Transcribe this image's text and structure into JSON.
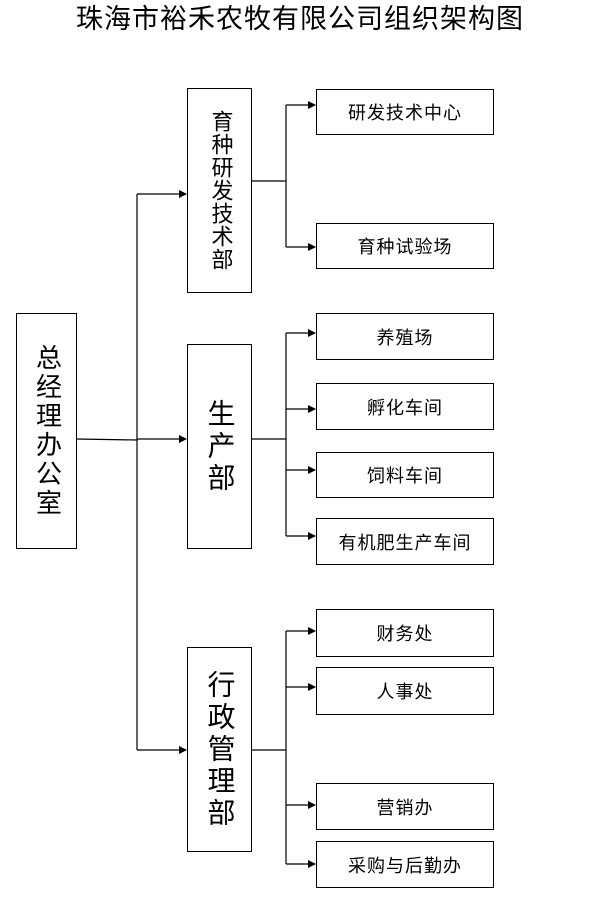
{
  "title": "珠海市裕禾农牧有限公司组织架构图",
  "root": {
    "label": "总经理办公室"
  },
  "departments": [
    {
      "label": "育种研发技术部",
      "children": [
        "研发技术中心",
        "育种试验场"
      ]
    },
    {
      "label": "生产部",
      "children": [
        "养殖场",
        "孵化车间",
        "饲料车间",
        "有机肥生产车间"
      ]
    },
    {
      "label": "行政管理部",
      "children": [
        "财务处",
        "人事处",
        "营销办",
        "采购与后勤办"
      ]
    }
  ],
  "colors": {
    "line": "#000000",
    "background": "#ffffff",
    "text": "#000000"
  }
}
